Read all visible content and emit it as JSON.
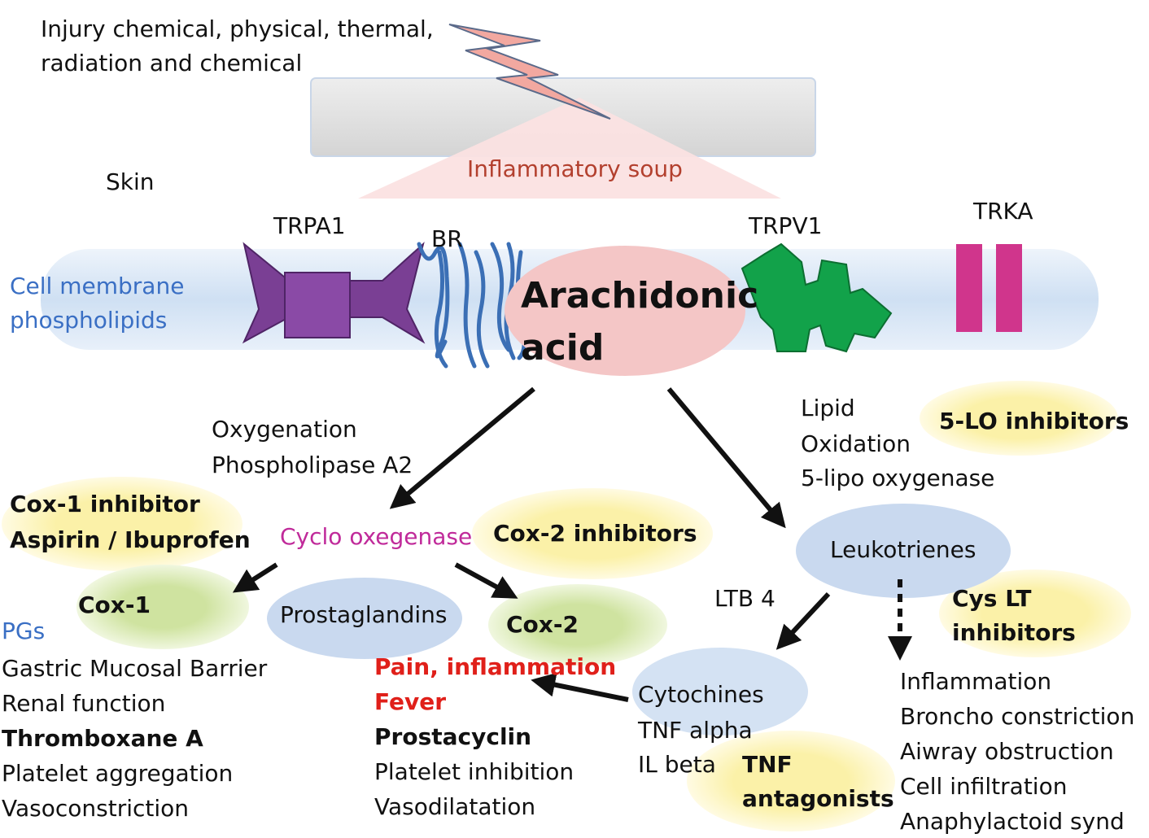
{
  "injury": [
    "Injury chemical, physical, thermal,",
    "radiation and chemical"
  ],
  "inflammatory_soup": "Inflammatory soup",
  "skin": "Skin",
  "cell_membrane": [
    "Cell membrane",
    "phospholipids"
  ],
  "receptors": {
    "trpa1": "TRPA1",
    "br": "BR",
    "trpv1": "TRPV1",
    "trka": "TRKA"
  },
  "arachidonic": [
    "Arachidonic",
    "acid"
  ],
  "cox_path": {
    "label": [
      "Oxygenation",
      "Phospholipase A2"
    ],
    "enzyme": "Cyclo oxegenase",
    "cox1_inhibitor": [
      "Cox-1 inhibitor",
      "Aspirin / Ibuprofen"
    ],
    "cox2_inhibitors": "Cox-2 inhibitors",
    "cox1": "Cox-1",
    "prostaglandins": "Prostaglandins",
    "cox2": "Cox-2",
    "pgs": "PGs",
    "cox1_effects": [
      "Gastric Mucosal Barrier",
      "Renal function",
      "Thromboxane A",
      "Platelet aggregation",
      "Vasoconstriction"
    ],
    "cox2_effects_red": [
      "Pain, inflammation",
      "Fever"
    ],
    "cox2_effects": [
      "Prostacyclin",
      "Platelet inhibition",
      "Vasodilatation"
    ]
  },
  "lox_path": {
    "label": [
      "Lipid",
      "Oxidation",
      "5-lipo oxygenase"
    ],
    "inhibitor": "5-LO inhibitors",
    "leukotrienes": "Leukotrienes",
    "ltb4": "LTB 4",
    "cys_lt": [
      "Cys LT",
      "inhibitors"
    ],
    "cytochines": [
      "Cytochines",
      "TNF alpha",
      "IL beta"
    ],
    "tnf": [
      "TNF",
      "antagonists"
    ],
    "effects": [
      "Inflammation",
      "Broncho constriction",
      "Aiwray obstruction",
      "Cell infiltration",
      "Anaphylactoid synd"
    ]
  },
  "colors": {
    "membrane": "#cfe0f3",
    "arachidonic": "#f4c6c6",
    "trpa1": "#7a3f94",
    "br": "#3b6fb5",
    "trpv1": "#12a24a",
    "trka": "#d0358c",
    "yellow": "#fbf1a8",
    "green": "#d6e8a8",
    "blue_oval": "#c9d9ef",
    "bolt": "#f2a8a0"
  }
}
